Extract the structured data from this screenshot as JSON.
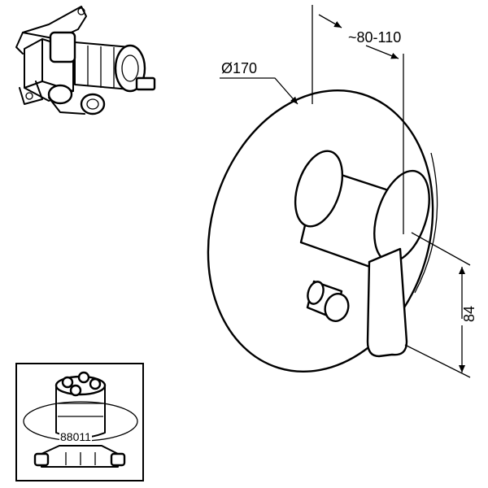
{
  "dimensions": {
    "diameter": "Ø170",
    "projection": "~80-110",
    "height": "84"
  },
  "inset": {
    "part_number": "88011"
  },
  "colors": {
    "line": "#000000",
    "background": "#ffffff"
  }
}
